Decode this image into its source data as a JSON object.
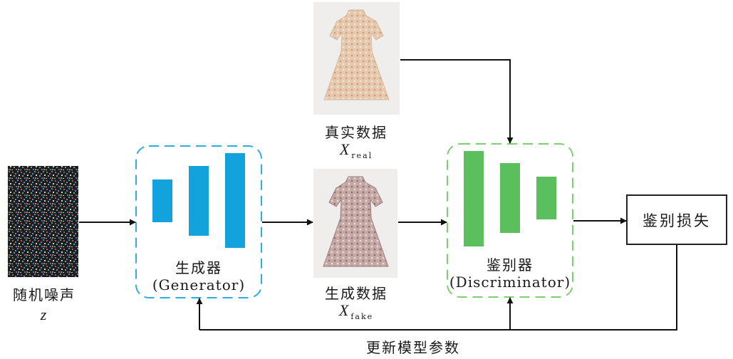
{
  "noise": {
    "label": "随机噪声",
    "symbol": "z"
  },
  "generator": {
    "label_cn": "生成器",
    "label_en": "(Generator)",
    "border_color": "#2aaee3",
    "bar_color": "#13a3dc"
  },
  "real_data": {
    "label": "真实数据",
    "symbol": "X",
    "subscript": "real"
  },
  "fake_data": {
    "label": "生成数据",
    "symbol": "X",
    "subscript": "fake"
  },
  "discriminator": {
    "label_cn": "鉴别器",
    "label_en": "(Discriminator)",
    "border_color": "#7acf6e",
    "bar_color": "#5cbf5e"
  },
  "loss": {
    "label": "鉴别损失"
  },
  "feedback": {
    "label": "更新模型参数"
  }
}
